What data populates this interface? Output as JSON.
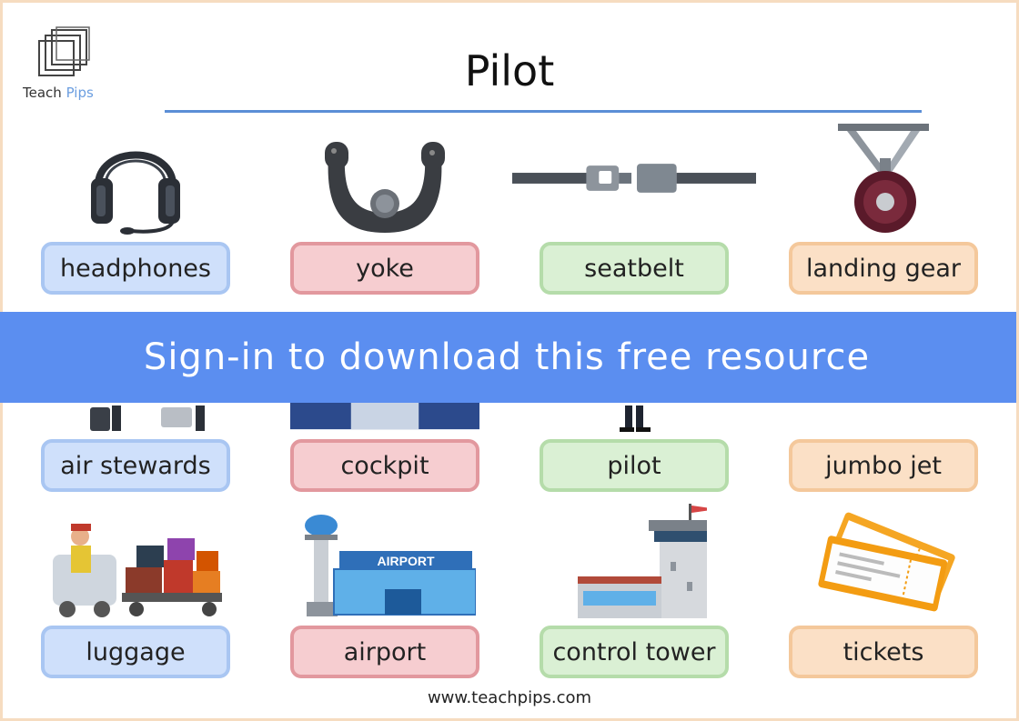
{
  "logo": {
    "teach": "Teach",
    "pips": "Pips"
  },
  "title": "Pilot",
  "banner": "Sign-in to download this free resource",
  "footer": "www.teachpips.com",
  "cards": [
    {
      "label": "headphones",
      "icon": "headphones-icon",
      "color": "blue"
    },
    {
      "label": "yoke",
      "icon": "yoke-icon",
      "color": "red"
    },
    {
      "label": "seatbelt",
      "icon": "seatbelt-icon",
      "color": "green"
    },
    {
      "label": "landing gear",
      "icon": "landing-gear-icon",
      "color": "orange"
    },
    {
      "label": "air stewards",
      "icon": "air-stewards-image",
      "color": "blue"
    },
    {
      "label": "cockpit",
      "icon": "cockpit-image",
      "color": "red"
    },
    {
      "label": "pilot",
      "icon": "pilot-image",
      "color": "green"
    },
    {
      "label": "jumbo jet",
      "icon": "jumbo-jet-image",
      "color": "orange"
    },
    {
      "label": "luggage",
      "icon": "luggage-image",
      "color": "blue"
    },
    {
      "label": "airport",
      "icon": "airport-image",
      "color": "red"
    },
    {
      "label": "control tower",
      "icon": "control-tower-image",
      "color": "green"
    },
    {
      "label": "tickets",
      "icon": "tickets-image",
      "color": "orange"
    }
  ],
  "airport_sign": "AIRPORT",
  "colors": {
    "blue": "#cfe0fb",
    "red": "#f6cdd0",
    "green": "#daf0d4",
    "orange": "#fbe0c6",
    "banner": "#5b8ef0",
    "rule": "#5b8ed6"
  }
}
